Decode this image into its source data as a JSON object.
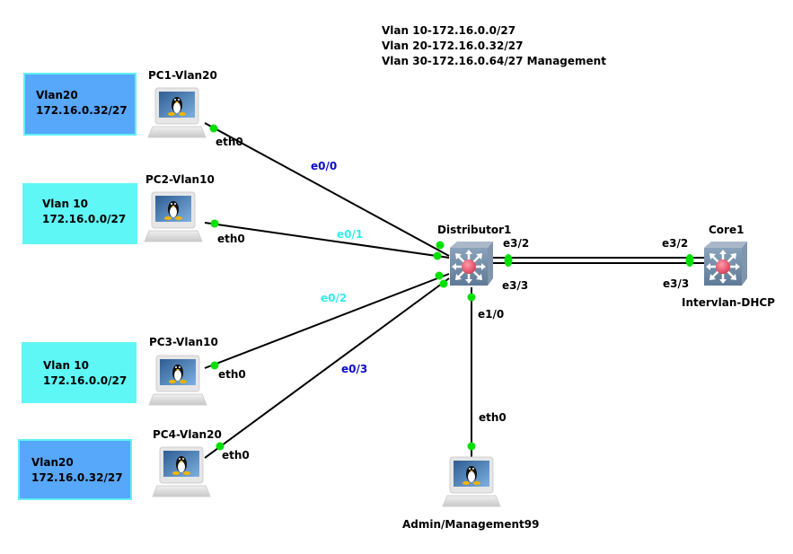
{
  "vlan_legend": [
    "Vlan 10-172.16.0.0/27",
    "Vlan 20-172.16.0.32/27",
    "Vlan 30-172.16.0.64/27 Management"
  ],
  "colors": {
    "vlan20_box": "#57a7fb",
    "vlan20_border": "#5ff0f6",
    "vlan10_box": "#5ff6f6",
    "link_dot": "#00e000",
    "iface_dark_blue": "#0a0ac8",
    "iface_cyan": "#33ecec",
    "switch_body": "#6f8aa6",
    "switch_center": "#e34a63"
  },
  "notes": [
    {
      "id": "note-pc1",
      "line1": "Vlan20",
      "line2": "172.16.0.32/27",
      "vlan": 20
    },
    {
      "id": "note-pc2",
      "line1": "Vlan 10",
      "line2": "172.16.0.0/27",
      "vlan": 10
    },
    {
      "id": "note-pc3",
      "line1": "Vlan 10",
      "line2": "172.16.0.0/27",
      "vlan": 10
    },
    {
      "id": "note-pc4",
      "line1": "Vlan20",
      "line2": "172.16.0.32/27",
      "vlan": 20
    }
  ],
  "nodes": {
    "pc1": {
      "name": "PC1-Vlan20",
      "icon": "linux-pc-icon"
    },
    "pc2": {
      "name": "PC2-Vlan10",
      "icon": "linux-pc-icon"
    },
    "pc3": {
      "name": "PC3-Vlan10",
      "icon": "linux-pc-icon"
    },
    "pc4": {
      "name": "PC4-Vlan20",
      "icon": "linux-pc-icon"
    },
    "admin": {
      "name": "Admin/Management99",
      "icon": "linux-pc-icon"
    },
    "distributor": {
      "name": "Distributor1",
      "icon": "multilayer-switch-icon"
    },
    "core": {
      "name": "Core1",
      "sublabel": "Intervlan-DHCP",
      "icon": "multilayer-switch-icon"
    }
  },
  "links": [
    {
      "from": "pc1",
      "from_if": "eth0",
      "to": "distributor",
      "to_if": "e0/0"
    },
    {
      "from": "pc2",
      "from_if": "eth0",
      "to": "distributor",
      "to_if": "e0/1"
    },
    {
      "from": "pc3",
      "from_if": "eth0",
      "to": "distributor",
      "to_if": "e0/2"
    },
    {
      "from": "pc4",
      "from_if": "eth0",
      "to": "distributor",
      "to_if": "e0/3"
    },
    {
      "from": "admin",
      "from_if": "eth0",
      "to": "distributor",
      "to_if": "e1/0"
    },
    {
      "from": "distributor",
      "from_if": "e3/2",
      "to": "core",
      "to_if": "e3/2"
    },
    {
      "from": "distributor",
      "from_if": "e3/3",
      "to": "core",
      "to_if": "e3/3"
    }
  ],
  "labels": {
    "pc1_eth": "eth0",
    "pc2_eth": "eth0",
    "pc3_eth": "eth0",
    "pc4_eth": "eth0",
    "admin_eth": "eth0",
    "d_e00": "e0/0",
    "d_e01": "e0/1",
    "d_e02": "e0/2",
    "d_e03": "e0/3",
    "d_e10": "e1/0",
    "d_e32": "e3/2",
    "d_e33": "e3/3",
    "c_e32": "e3/2",
    "c_e33": "e3/3"
  }
}
